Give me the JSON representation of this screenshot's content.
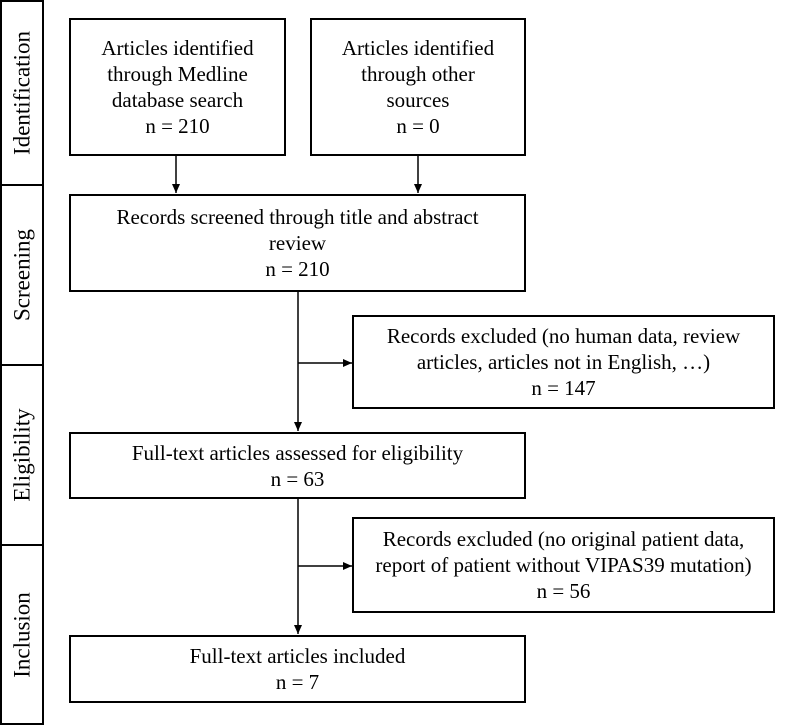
{
  "stages": [
    {
      "label": "Identification"
    },
    {
      "label": "Screening"
    },
    {
      "label": "Eligibility"
    },
    {
      "label": "Inclusion"
    }
  ],
  "boxes": {
    "medline": {
      "lines": [
        "Articles identified",
        "through Medline",
        "database search",
        "n = 210"
      ]
    },
    "other": {
      "lines": [
        "Articles identified",
        "through other",
        "sources",
        "n = 0"
      ]
    },
    "screened": {
      "lines": [
        "Records screened through title and abstract",
        "review",
        "n = 210"
      ]
    },
    "excluded1": {
      "lines": [
        "Records excluded (no human data, review",
        "articles, articles not in English, …)",
        "n = 147"
      ]
    },
    "fulltext": {
      "lines": [
        "Full-text articles assessed for eligibility",
        "n = 63"
      ]
    },
    "excluded2": {
      "lines": [
        "Records excluded (no original patient data,",
        "report of patient without VIPAS39 mutation)",
        "n = 56"
      ]
    },
    "included": {
      "lines": [
        "Full-text articles included",
        "n = 7"
      ]
    }
  }
}
